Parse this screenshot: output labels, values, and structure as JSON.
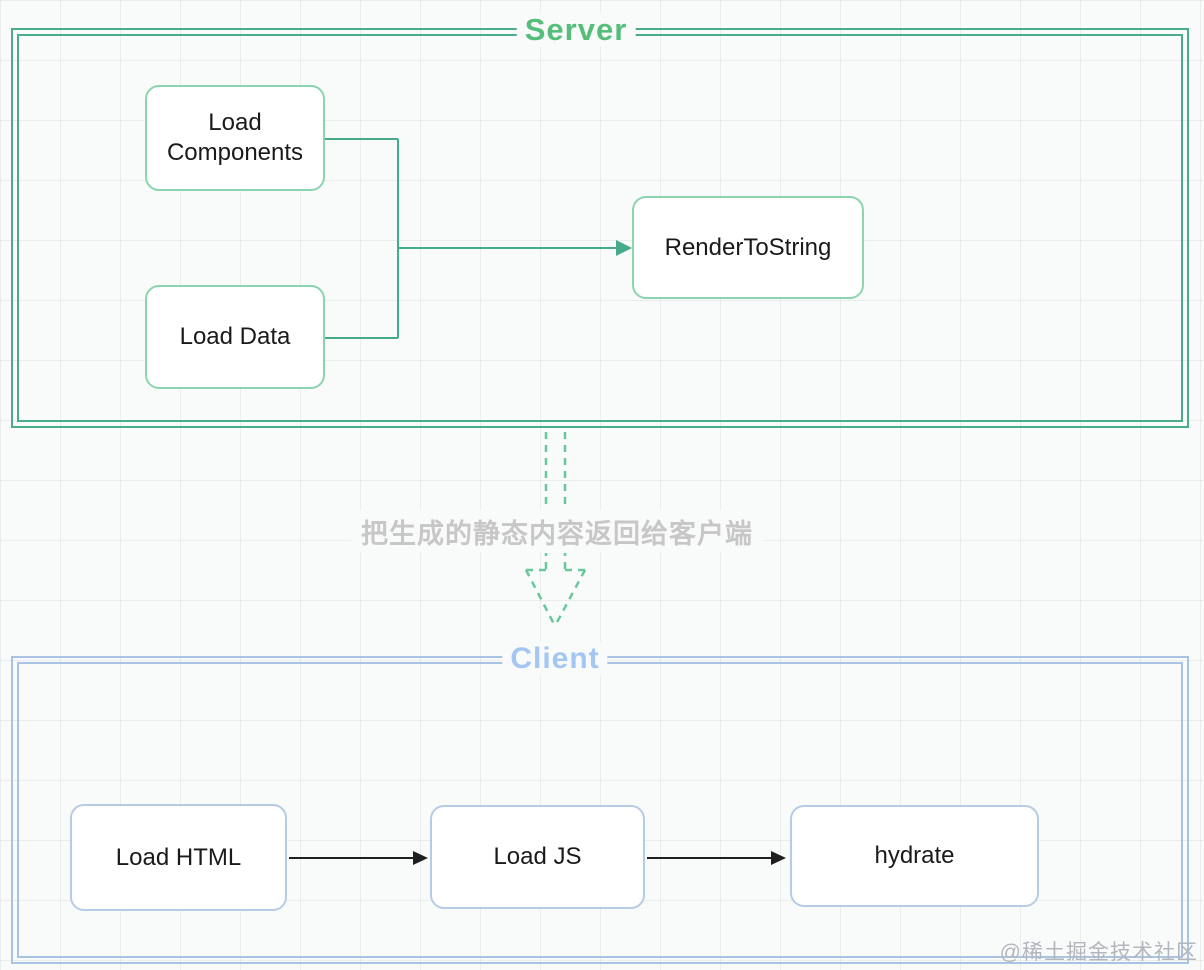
{
  "page": {
    "background_color": "#f9fafa",
    "watermark": "@稀土掘金技术社区"
  },
  "server_section": {
    "title": "Server",
    "title_color": "#56be7b",
    "border_color": "#4aab8d",
    "node_border_color": "#8cd4b0",
    "connector_color": "#44ac86",
    "nodes": [
      {
        "id": "load-components",
        "label": "Load Components"
      },
      {
        "id": "load-data",
        "label": "Load Data"
      },
      {
        "id": "render-to-string",
        "label": "RenderToString"
      }
    ],
    "flow": "Load Components + Load Data -> RenderToString"
  },
  "transfer": {
    "label": "把生成的静态内容返回给客户端",
    "label_color": "#c7c7c7",
    "arrow_color": "#68c89b",
    "direction": "server-to-client"
  },
  "client_section": {
    "title": "Client",
    "title_color": "#a3c6f3",
    "border_color": "#a9c3e2",
    "node_border_color": "#b6cbe6",
    "connector_color": "#1f1f1f",
    "nodes": [
      {
        "id": "load-html",
        "label": "Load HTML"
      },
      {
        "id": "load-js",
        "label": "Load JS"
      },
      {
        "id": "hydrate",
        "label": "hydrate"
      }
    ],
    "flow": "Load HTML -> Load JS -> hydrate"
  }
}
